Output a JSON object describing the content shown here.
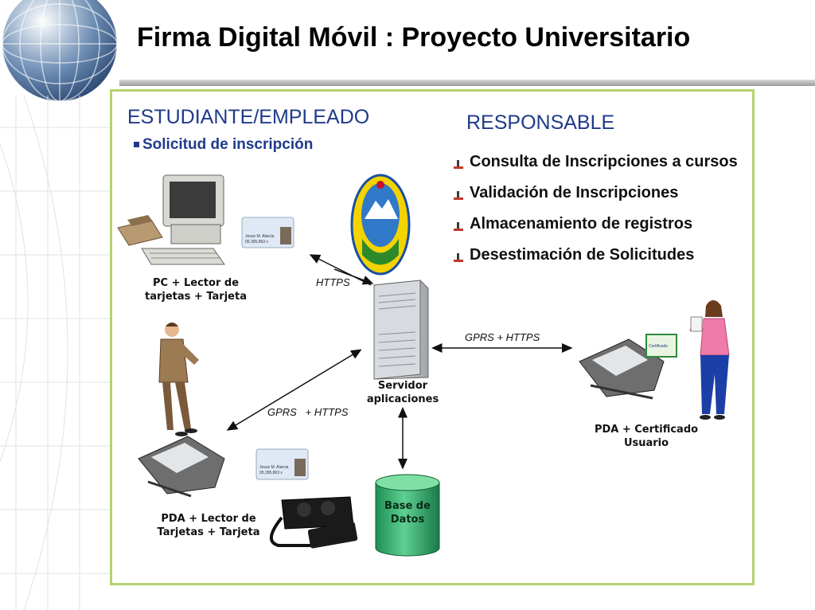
{
  "slide": {
    "title": "Firma Digital Móvil : Proyecto Universitario"
  },
  "left": {
    "heading": "ESTUDIANTE/EMPLEADO",
    "subheading": "Solicitud de inscripción"
  },
  "right": {
    "heading": "RESPONSABLE",
    "items": [
      "Consulta de Inscripciones a cursos",
      "Validación de Inscripciones",
      "Almacenamiento de registros",
      "Desestimación de Solicitudes"
    ]
  },
  "diagram": {
    "pc_label": "PC + Lector de\ntarjetas + Tarjeta",
    "server_label": "Servidor\naplicaciones",
    "pda_reader_label": "PDA + Lector de\nTarjetas + Tarjeta",
    "pda_cert_label": "PDA + Certificado\nUsuario",
    "db_label": "Base de\nDatos",
    "proto_pc": "HTTPS",
    "proto_pda_cert": "GPRS + HTTPS",
    "proto_pda_reader": "GPRS   + HTTPS",
    "card_name": "Jesus M. Alarcia",
    "card_number": "05.395.863 v",
    "cert_text": "Certificado"
  },
  "colors": {
    "heading": "#1f3a8a",
    "frame_border": "#b5d36b",
    "database": "#2fae6b",
    "server": "#c9ccd2"
  }
}
